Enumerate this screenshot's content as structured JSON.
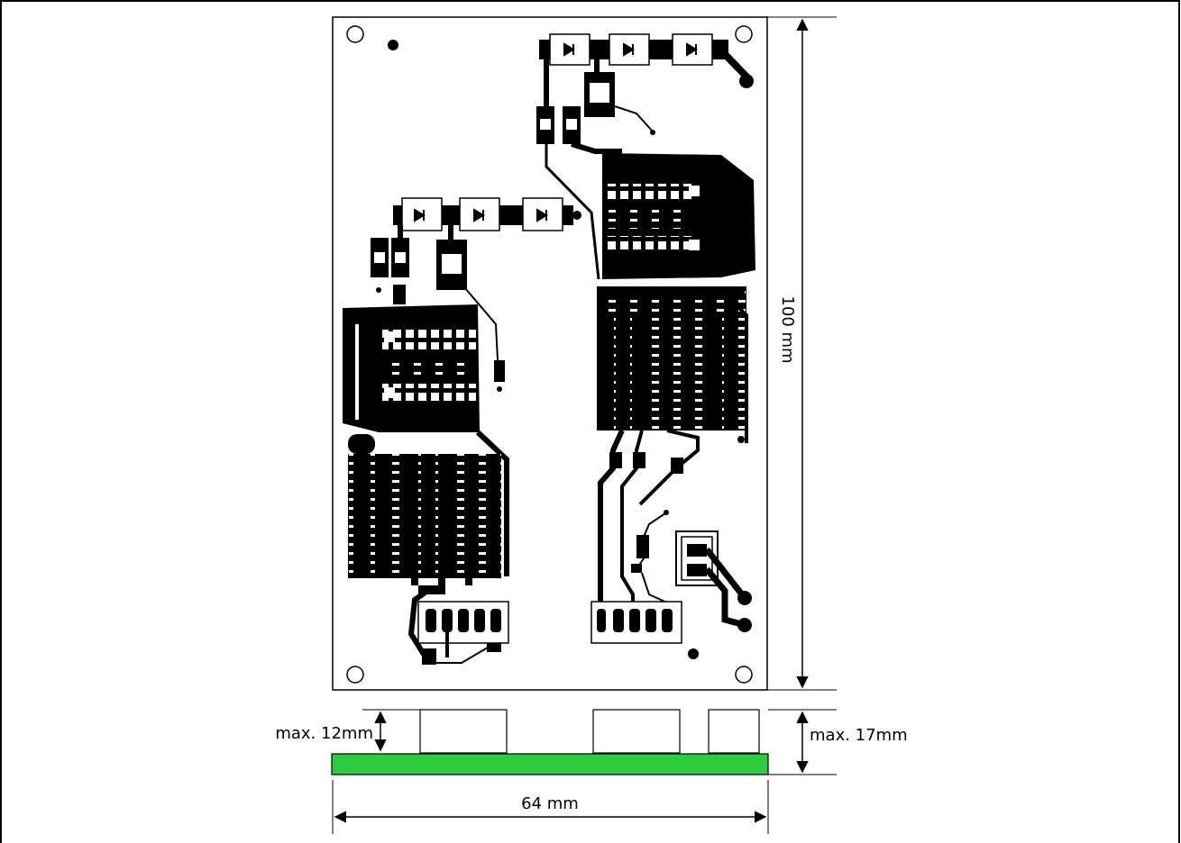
{
  "dimensions": {
    "height_label": "100 mm",
    "width_label": "64 mm",
    "left_height_label": "max. 12mm",
    "right_height_label": "max. 17mm"
  },
  "colors": {
    "pcb_side": "#2ecc40",
    "trace": "#000000",
    "frame": "#000000",
    "background": "#ffffff"
  }
}
